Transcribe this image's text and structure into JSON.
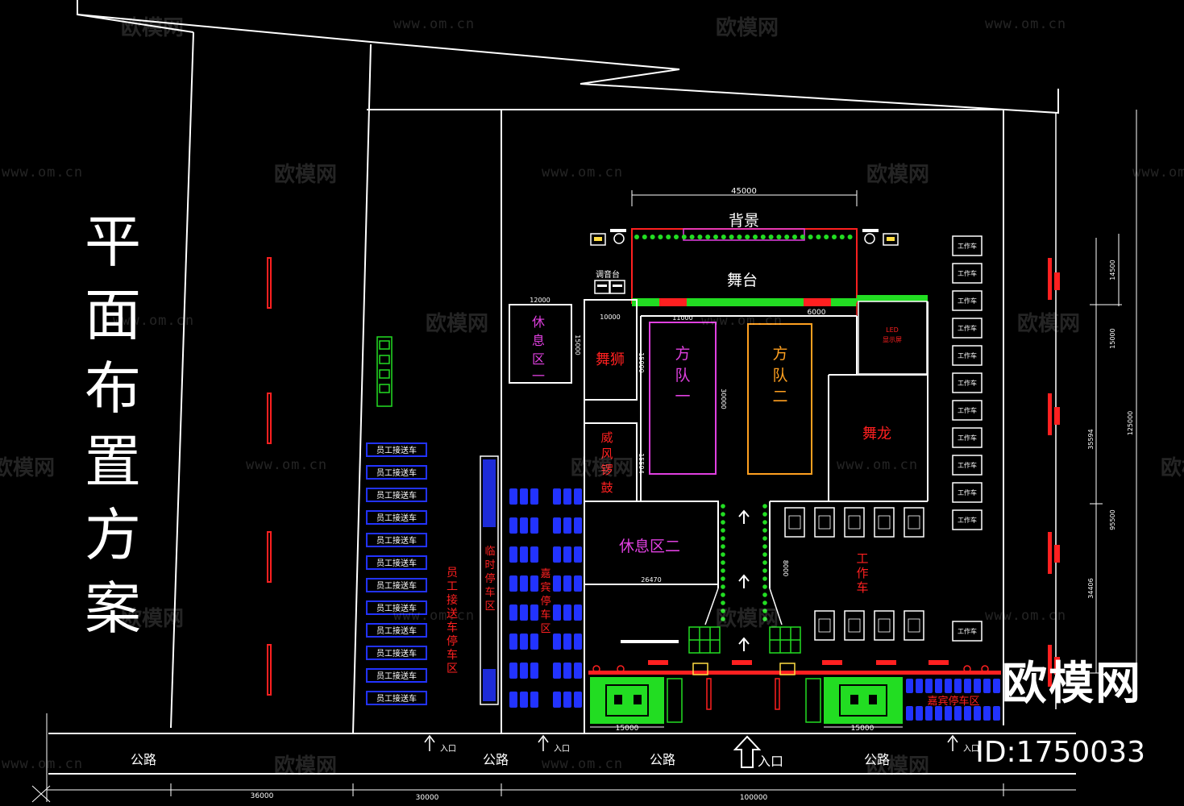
{
  "title_chars": [
    "平",
    "面",
    "布",
    "置",
    "方",
    "案"
  ],
  "areas": {
    "backdrop": "背景",
    "stage": "舞台",
    "console": "调音台",
    "rest1": [
      "休",
      "息",
      "区",
      "一"
    ],
    "lion": "舞狮",
    "squad1": [
      "方",
      "队",
      "一"
    ],
    "squad2": [
      "方",
      "队",
      "二"
    ],
    "drum": [
      "威",
      "风",
      "锣",
      "鼓"
    ],
    "dragon": "舞龙",
    "rest2": "休息区二",
    "led": [
      "LED",
      "显示屏"
    ],
    "staff_vehicle": [
      "工",
      "作",
      "车"
    ],
    "temp_parking": [
      "临",
      "时",
      "停",
      "车",
      "区"
    ],
    "guest_parking_left": [
      "嘉",
      "宾",
      "停",
      "车",
      "区"
    ],
    "guest_parking_right": "嘉宾停车区",
    "staff_parking": [
      "员",
      "工",
      "接",
      "送",
      "车",
      "停",
      "车",
      "区"
    ]
  },
  "shuttle_label": "员工接送车",
  "work_vehicle_label": "工作车",
  "road_labels": [
    "公路",
    "公路",
    "公路",
    "公路"
  ],
  "entrances": {
    "main": "入口",
    "small": "入口"
  },
  "dimensions": {
    "stage_width": "45000",
    "stage_edge": "6000",
    "rest1_w": "12000",
    "lion_w": "10000",
    "squad_w": "11000",
    "rest1_h": "15000",
    "lion_h": "15000",
    "squad_h": "30000",
    "drum_h": "15594",
    "rest2_w": "26470",
    "aisle": "8000",
    "left_base": "15000",
    "right_base": "15000",
    "bottom_1": "36000",
    "bottom_2": "30000",
    "bottom_3": "100000",
    "right_1": "14500",
    "right_2": "15000",
    "right_3": "35594",
    "right_4": "125000",
    "right_5": "95500",
    "right_6": "34406"
  },
  "watermark": {
    "brand": "欧模网",
    "url": "www.om.cn"
  },
  "brand_corner": {
    "name": "欧模网",
    "id": "ID:1750033"
  },
  "colors": {
    "background": "#000000",
    "outline": "#ffffff",
    "red": "#ff2020",
    "green": "#22dd22",
    "blue": "#2233ff",
    "magenta": "#e040e0",
    "orange": "#ffa020"
  }
}
